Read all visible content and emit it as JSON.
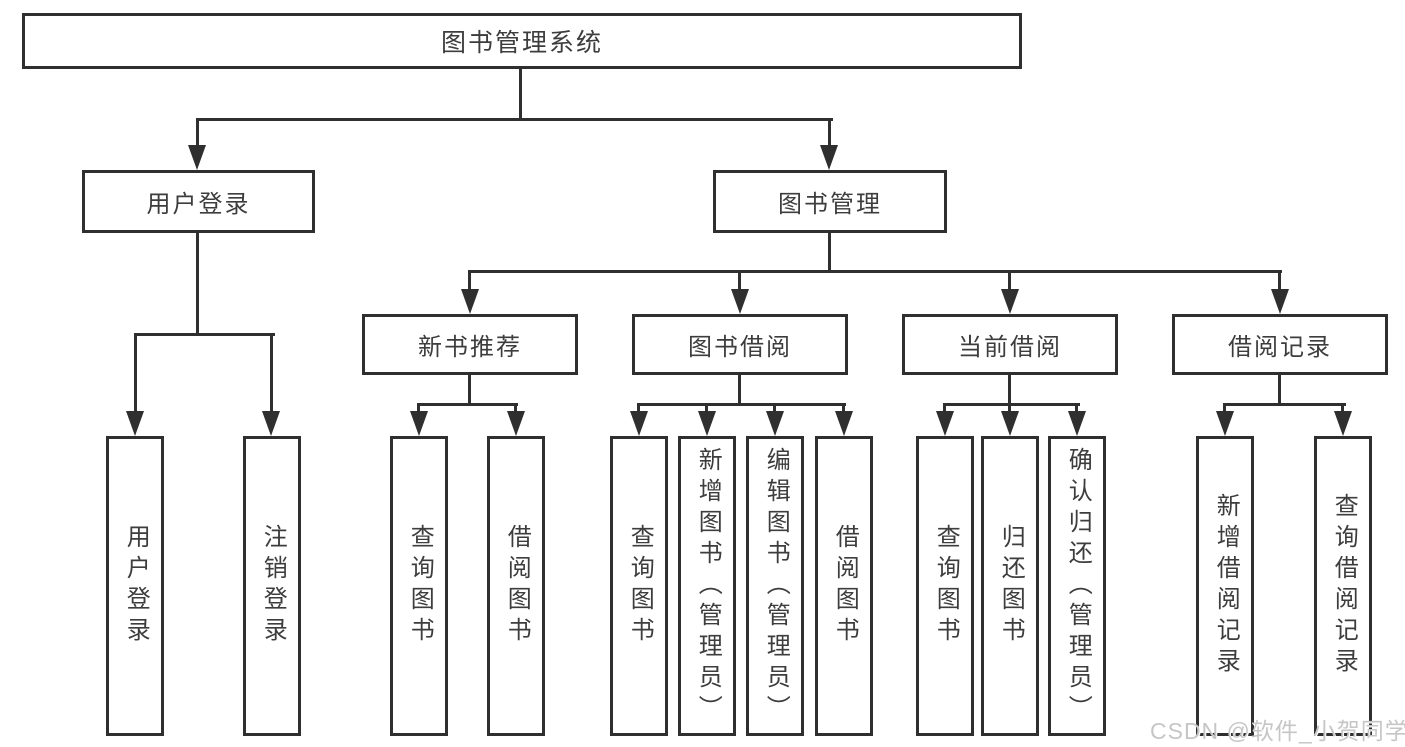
{
  "diagram": {
    "root": {
      "label": "图书管理系统"
    },
    "branches": [
      {
        "id": "user-login-branch",
        "label": "用户登录"
      },
      {
        "id": "book-management-branch",
        "label": "图书管理"
      }
    ],
    "modules": [
      {
        "id": "new-book-recommend",
        "label": "新书推荐"
      },
      {
        "id": "book-borrowing",
        "label": "图书借阅"
      },
      {
        "id": "current-borrowing",
        "label": "当前借阅"
      },
      {
        "id": "borrowing-records",
        "label": "借阅记录"
      }
    ],
    "leaves": [
      {
        "id": "user-login",
        "label": "用户登录"
      },
      {
        "id": "logout",
        "label": "注销登录"
      },
      {
        "id": "query-books-recommend",
        "label": "查询图书"
      },
      {
        "id": "borrow-books-recommend",
        "label": "借阅图书"
      },
      {
        "id": "query-books-borrowing",
        "label": "查询图书"
      },
      {
        "id": "add-books-admin",
        "label": "新增图书（管理员）"
      },
      {
        "id": "edit-books-admin",
        "label": "编辑图书（管理员）"
      },
      {
        "id": "borrow-books-borrowing",
        "label": "借阅图书"
      },
      {
        "id": "query-books-current",
        "label": "查询图书"
      },
      {
        "id": "return-books",
        "label": "归还图书"
      },
      {
        "id": "confirm-return-admin",
        "label": "确认归还（管理员）"
      },
      {
        "id": "add-borrow-record",
        "label": "新增借阅记录"
      },
      {
        "id": "query-borrow-record",
        "label": "查询借阅记录"
      }
    ]
  },
  "watermark": {
    "text": "CSDN @软件_小贺同学",
    "color": "#c6c6c6"
  },
  "colors": {
    "line": "#2f2f2f",
    "text": "#3d3d3d",
    "background": "#ffffff"
  }
}
